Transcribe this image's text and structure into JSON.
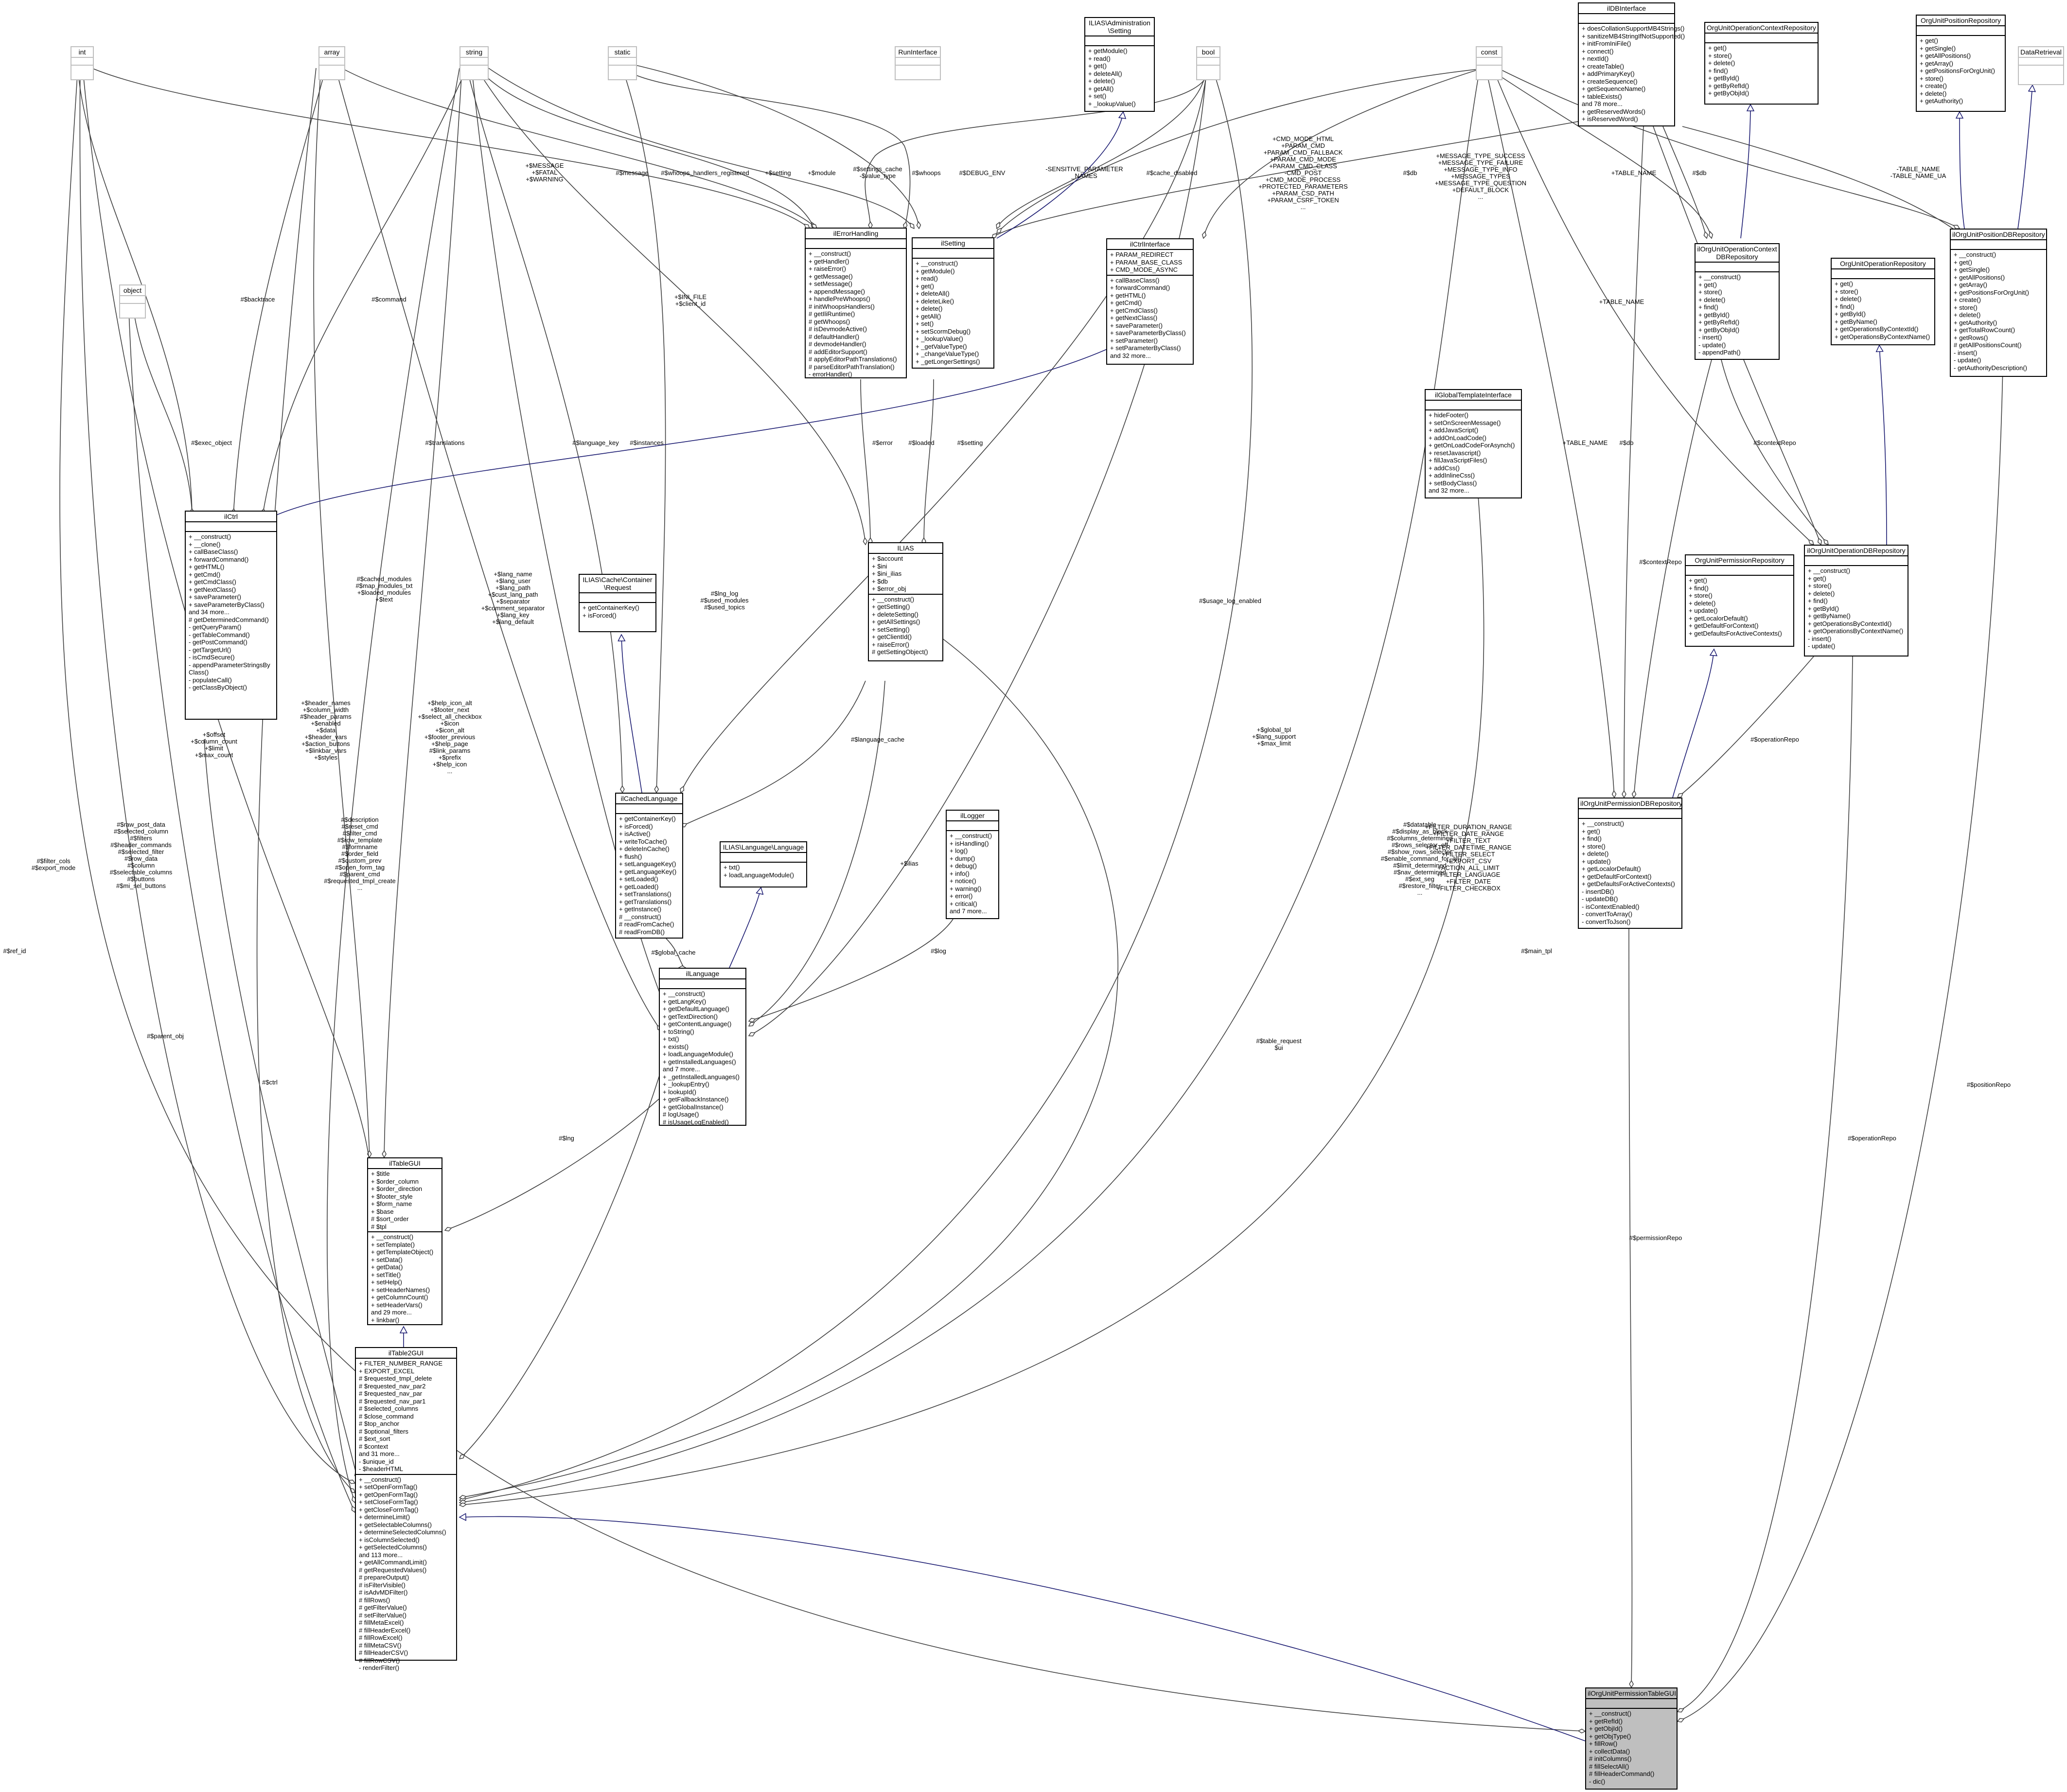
{
  "classes": {
    "int": {
      "title": "int",
      "attrs": [],
      "ops": []
    },
    "array": {
      "title": "array",
      "attrs": [],
      "ops": []
    },
    "string": {
      "title": "string",
      "attrs": [],
      "ops": []
    },
    "static": {
      "title": "static",
      "attrs": [],
      "ops": []
    },
    "runinterface": {
      "title": "RunInterface",
      "attrs": [],
      "ops": []
    },
    "ilias_admin_setting": {
      "title": "ILIAS\\Administration\n\\Setting",
      "attrs": [],
      "ops": [
        "+ getModule()",
        "+ read()",
        "+ get()",
        "+ deleteAll()",
        "+ delete()",
        "+ getAll()",
        "+ set()",
        "+ _lookupValue()"
      ]
    },
    "bool": {
      "title": "bool",
      "attrs": [],
      "ops": []
    },
    "const": {
      "title": "const",
      "attrs": [],
      "ops": []
    },
    "ildbinterface": {
      "title": "ilDBInterface",
      "attrs": [],
      "ops": [
        "+ doesCollationSupportMB4Strings()",
        "+ sanitizeMB4StringIfNotSupported()",
        "+ initFromIniFile()",
        "+ connect()",
        "+ nextId()",
        "+ createTable()",
        "+ addPrimaryKey()",
        "+ createSequence()",
        "+ getSequenceName()",
        "+ tableExists()",
        "and 78 more...",
        "+ getReservedWords()",
        "+ isReservedWord()"
      ]
    },
    "orgunit_op_ctx_repo": {
      "title": "OrgUnitOperationContextRepository",
      "attrs": [],
      "ops": [
        "+ get()",
        "+ store()",
        "+ delete()",
        "+ find()",
        "+ getById()",
        "+ getByRefId()",
        "+ getByObjId()"
      ]
    },
    "orgunit_pos_repo": {
      "title": "OrgUnitPositionRepository",
      "attrs": [],
      "ops": [
        "+ get()",
        "+ getSingle()",
        "+ getAllPositions()",
        "+ getArray()",
        "+ getPositionsForOrgUnit()",
        "+ store()",
        "+ create()",
        "+ delete()",
        "+ getAuthority()"
      ]
    },
    "dataretrieval": {
      "title": "DataRetrieval",
      "attrs": [],
      "ops": []
    },
    "object": {
      "title": "object",
      "attrs": [],
      "ops": []
    },
    "ilerrorhandling": {
      "title": "ilErrorHandling",
      "attrs": [],
      "ops": [
        "+ __construct()",
        "+ getHandler()",
        "+ raiseError()",
        "+ getMessage()",
        "+ setMessage()",
        "+ appendMessage()",
        "+ handlePreWhoops()",
        "# initWhoopsHandlers()",
        "# getIliRuntime()",
        "# getWhoops()",
        "# isDevmodeActive()",
        "# defaultHandler()",
        "# devmodeHandler()",
        "# addEditorSupport()",
        "# applyEditorPathTranslations()",
        "# parseEditorPathTranslation()",
        "- errorHandler()"
      ]
    },
    "ilsetting": {
      "title": "ilSetting",
      "attrs": [],
      "ops": [
        "+ __construct()",
        "+ getModule()",
        "+ read()",
        "+ get()",
        "+ deleteAll()",
        "+ deleteLike()",
        "+ delete()",
        "+ getAll()",
        "+ set()",
        "+ setScormDebug()",
        "+ _lookupValue()",
        "+ _getValueType()",
        "+ _changeValueType()",
        "+ _getLongerSettings()"
      ]
    },
    "ilctrlinterface": {
      "title": "ilCtrlInterface",
      "attrs": [
        "+ PARAM_REDIRECT",
        "+ PARAM_BASE_CLASS",
        "+ CMD_MODE_ASYNC"
      ],
      "ops": [
        "+ callBaseClass()",
        "+ forwardCommand()",
        "+ getHTML()",
        "+ getCmd()",
        "+ getCmdClass()",
        "+ getNextClass()",
        "+ saveParameter()",
        "+ saveParameterByClass()",
        "+ setParameter()",
        "+ setParameterByClass()",
        "and 32 more..."
      ]
    },
    "ilctrl": {
      "title": "ilCtrl",
      "attrs": [],
      "ops": [
        "+ __construct()",
        "+ __clone()",
        "+ callBaseClass()",
        "+ forwardCommand()",
        "+ getHTML()",
        "+ getCmd()",
        "+ getCmdClass()",
        "+ getNextClass()",
        "+ saveParameter()",
        "+ saveParameterByClass()",
        "and 34 more...",
        "# getDeterminedCommand()",
        "- getQueryParam()",
        "- getTableCommand()",
        "- getPostCommand()",
        "- getTargetUrl()",
        "- isCmdSecure()",
        "- appendParameterStringsBy",
        "Class()",
        "- populateCall()",
        "- getClassByObject()"
      ]
    },
    "ilias": {
      "title": "ILIAS",
      "attrs": [
        "+ $account",
        "+ $ini",
        "+ $ini_ilias",
        "+ $db",
        "+ $error_obj"
      ],
      "ops": [
        "+ __construct()",
        "+ getSetting()",
        "+ deleteSetting()",
        "+ getAllSettings()",
        "+ setSetting()",
        "+ getClientId()",
        "+ raiseError()",
        "# getSettingObject()"
      ]
    },
    "ilglobaltemplateinterface": {
      "title": "ilGlobalTemplateInterface",
      "attrs": [],
      "ops": [
        "+ hideFooter()",
        "+ setOnScreenMessage()",
        "+ addJavaScript()",
        "+ addOnLoadCode()",
        "+ getOnLoadCodeForAsynch()",
        "+ resetJavascript()",
        "+ fillJavaScriptFiles()",
        "+ addCss()",
        "+ addInlineCss()",
        "+ setBodyClass()",
        "and 32 more..."
      ]
    },
    "ilorgunitoperationcontextdbrepository": {
      "title": "ilOrgUnitOperationContext\nDBRepository",
      "attrs": [],
      "ops": [
        "+ __construct()",
        "+ get()",
        "+ store()",
        "+ delete()",
        "+ find()",
        "+ getById()",
        "+ getByRefId()",
        "+ getByObjId()",
        "- insert()",
        "- update()",
        "- appendPath()"
      ]
    },
    "ilorgunitpositiondbrepository": {
      "title": "ilOrgUnitPositionDBRepository",
      "attrs": [],
      "ops": [
        "+ __construct()",
        "+ get()",
        "+ getSingle()",
        "+ getAllPositions()",
        "+ getArray()",
        "+ getPositionsForOrgUnit()",
        "+ create()",
        "+ store()",
        "+ delete()",
        "+ getAuthority()",
        "+ getTotalRowCount()",
        "+ getRows()",
        "# getAllPositionsCount()",
        "- insert()",
        "- update()",
        "- getAuthorityDescription()"
      ]
    },
    "orgunit_op_repo": {
      "title": "OrgUnitOperationRepository",
      "attrs": [],
      "ops": [
        "+ get()",
        "+ store()",
        "+ delete()",
        "+ find()",
        "+ getById()",
        "+ getByName()",
        "+ getOperationsByContextId()",
        "+ getOperationsByContextName()"
      ]
    },
    "ilorgunitoperationdbrepository": {
      "title": "ilOrgUnitOperationDBRepository",
      "attrs": [],
      "ops": [
        "+ __construct()",
        "+ get()",
        "+ store()",
        "+ delete()",
        "+ find()",
        "+ getById()",
        "+ getByName()",
        "+ getOperationsByContextId()",
        "+ getOperationsByContextName()",
        "- insert()",
        "- update()"
      ]
    },
    "orgunit_perm_repo": {
      "title": "OrgUnitPermissionRepository",
      "attrs": [],
      "ops": [
        "+ get()",
        "+ find()",
        "+ store()",
        "+ delete()",
        "+ update()",
        "+ getLocalorDefault()",
        "+ getDefaultForContext()",
        "+ getDefaultsForActiveContexts()"
      ]
    },
    "ilias_cache_request": {
      "title": "ILIAS\\Cache\\Container\n\\Request",
      "attrs": [],
      "ops": [
        "+ getContainerKey()",
        "+ isForced()"
      ]
    },
    "ilcachedlanguage": {
      "title": "ilCachedLanguage",
      "attrs": [],
      "ops": [
        "+ getContainerKey()",
        "+ isForced()",
        "+ isActive()",
        "+ writeToCache()",
        "+ deleteInCache()",
        "+ flush()",
        "+ setLanguageKey()",
        "+ getLanguageKey()",
        "+ setLoaded()",
        "+ getLoaded()",
        "+ setTranslations()",
        "+ getTranslations()",
        "+ getInstance()",
        "# __construct()",
        "# readFromCache()",
        "# readFromDB()"
      ]
    },
    "ilias_language_language": {
      "title": "ILIAS\\Language\\Language",
      "attrs": [],
      "ops": [
        "+ txt()",
        "+ loadLanguageModule()"
      ]
    },
    "illogger": {
      "title": "ilLogger",
      "attrs": [],
      "ops": [
        "+ __construct()",
        "+ isHandling()",
        "+ log()",
        "+ dump()",
        "+ debug()",
        "+ info()",
        "+ notice()",
        "+ warning()",
        "+ error()",
        "+ critical()",
        "and 7 more..."
      ]
    },
    "ilorgunitpermissiondbrepository": {
      "title": "ilOrgUnitPermissionDBRepository",
      "attrs": [],
      "ops": [
        "+ __construct()",
        "+ get()",
        "+ find()",
        "+ store()",
        "+ delete()",
        "+ update()",
        "+ getLocalorDefault()",
        "+ getDefaultForContext()",
        "+ getDefaultsForActiveContexts()",
        "- insertDB()",
        "- updateDB()",
        "- isContextEnabled()",
        "- convertToArray()",
        "- convertToJson()"
      ]
    },
    "illanguage": {
      "title": "ilLanguage",
      "attrs": [],
      "ops": [
        "+ __construct()",
        "+ getLangKey()",
        "+ getDefaultLanguage()",
        "+ getTextDirection()",
        "+ getContentLanguage()",
        "+ toString()",
        "+ txt()",
        "+ exists()",
        "+ loadLanguageModule()",
        "+ getInstalledLanguages()",
        "and 7 more...",
        "+ _getInstalledLanguages()",
        "+ _lookupEntry()",
        "+ lookupId()",
        "+ getFallbackInstance()",
        "+ getGlobalInstance()",
        "# logUsage()",
        "# isUsageLogEnabled()"
      ]
    },
    "iltablegui": {
      "title": "ilTableGUI",
      "attrs": [
        "+ $title",
        "+ $order_column",
        "+ $order_direction",
        "+ $footer_style",
        "+ $form_name",
        "+ $base",
        "# $sort_order",
        "# $tpl"
      ],
      "ops": [
        "+ __construct()",
        "+ setTemplate()",
        "+ getTemplateObject()",
        "+ setData()",
        "+ getData()",
        "+ setTitle()",
        "+ setHelp()",
        "+ setHeaderNames()",
        "+ getColumnCount()",
        "+ setHeaderVars()",
        "and 29 more...",
        "+ linkbar()"
      ]
    },
    "iltable2gui": {
      "title": "ilTable2GUI",
      "attrs": [
        "+ FILTER_NUMBER_RANGE",
        "+ EXPORT_EXCEL",
        "# $requested_tmpl_delete",
        "# $requested_nav_par2",
        "# $requested_nav_par",
        "# $requested_nav_par1",
        "# $selected_columns",
        "# $close_command",
        "# $top_anchor",
        "# $optional_filters",
        "# $ext_sort",
        "# $context",
        "and 31 more...",
        "- $unique_id",
        "- $headerHTML"
      ],
      "ops": [
        "+ __construct()",
        "+ setOpenFormTag()",
        "+ getOpenFormTag()",
        "+ setCloseFormTag()",
        "+ getCloseFormTag()",
        "+ determineLimit()",
        "+ getSelectableColumns()",
        "+ determineSelectedColumns()",
        "+ isColumnSelected()",
        "+ getSelectedColumns()",
        "and 113 more...",
        "+ getAllCommandLimit()",
        "# getRequestedValues()",
        "# prepareOutput()",
        "# isFilterVisible()",
        "# isAdvMDFilter()",
        "# fillRows()",
        "# getFilterValue()",
        "# setFilterValue()",
        "# fillMetaExcel()",
        "# fillHeaderExcel()",
        "# fillRowExcel()",
        "# fillMetaCSV()",
        "# fillHeaderCSV()",
        "# fillRowCSV()",
        "- renderFilter()"
      ]
    },
    "ilorgunitpermissiontablegui": {
      "title": "ilOrgUnitPermissionTableGUI",
      "attrs": [],
      "ops": [
        "+ __construct()",
        "+ getRefId()",
        "+ getObjId()",
        "+ getObjType()",
        "+ fillRow()",
        "+ collectData()",
        "# initColumns()",
        "# fillSelectAll()",
        "# fillHeaderCommand()",
        "- dic()"
      ]
    }
  },
  "edge_labels": {
    "msg_fatal": [
      "+$MESSAGE",
      "+$FATAL",
      "+$WARNING"
    ],
    "message": [
      "#$message"
    ],
    "whoops_reg": [
      "#$whoops_handlers_registered"
    ],
    "setting_mod": [
      "+$setting"
    ],
    "module": [
      "+$module"
    ],
    "settings_cache": [
      "#$settings_cache",
      "-$value_type"
    ],
    "whoops": [
      "#$whoops"
    ],
    "debug_env": [
      "#$DEBUG_ENV"
    ],
    "sensitive": [
      "-SENSITIVE_PARAMETER",
      "_NAMES"
    ],
    "cache_disabled": [
      "#$cache_disabled"
    ],
    "ctrl_consts": [
      "+CMD_MODE_HTML",
      "+PARAM_CMD",
      "+PARAM_CMD_FALLBACK",
      "+PARAM_CMD_MODE",
      "+PARAM_CMD_CLASS",
      "-CMD_POST",
      "+CMD_MODE_PROCESS",
      "+PROTECTED_PARAMETERS",
      "+PARAM_CSD_PATH",
      "+PARAM_CSRF_TOKEN",
      "..."
    ],
    "msg_types": [
      "+MESSAGE_TYPE_SUCCESS",
      "+MESSAGE_TYPE_FAILURE",
      "+MESSAGE_TYPE_INFO",
      "+MESSAGE_TYPES",
      "+MESSAGE_TYPE_QUESTION",
      "+DEFAULT_BLOCK",
      "..."
    ],
    "db_top": [
      "#$db"
    ],
    "table_name1": [
      "+TABLE_NAME"
    ],
    "db_ctx": [
      "#$db"
    ],
    "table_name_ua": [
      "-TABLE_NAME",
      "-TABLE_NAME_UA"
    ],
    "db_pos": [
      "#$db"
    ],
    "backtrace": [
      "#$backtrace"
    ],
    "command": [
      "#$command"
    ],
    "ini_file": [
      "+$INI_FILE",
      "+$client_id"
    ],
    "table_name2": [
      "+TABLE_NAME"
    ],
    "exec_object": [
      "#$exec_object"
    ],
    "translations": [
      "#$translations"
    ],
    "language_key": [
      "#$language_key"
    ],
    "instances": [
      "#$instances"
    ],
    "error": [
      "#$error"
    ],
    "loaded": [
      "#$loaded"
    ],
    "setting": [
      "#$setting"
    ],
    "table_name3": [
      "+TABLE_NAME"
    ],
    "db_perm": [
      "#$db"
    ],
    "context_repo1": [
      "#$contextRepo"
    ],
    "context_repo2": [
      "#$contextRepo"
    ],
    "cached_modules": [
      "#$cached_modules",
      "#$map_modules_txt",
      "+$loaded_modules",
      "+$text"
    ],
    "lang_name": [
      "+$lang_name",
      "+$lang_user",
      "+$lang_path",
      "+$cust_lang_path",
      "+$separator",
      "+$comment_separator",
      "+$lang_key",
      "+$lang_default"
    ],
    "lng_log": [
      "#$lng_log",
      "#$used_modules",
      "#$used_topics"
    ],
    "usage_log": [
      "#$usage_log_enabled"
    ],
    "global_tpl": [
      "+$global_tpl",
      "+$lang_support",
      "+$max_limit"
    ],
    "offset": [
      "+$offset",
      "+$column_count",
      "+$limit",
      "+$max_count"
    ],
    "header_names": [
      "+$header_names",
      "+$column_width",
      "#$header_params",
      "+$enabled",
      "+$data",
      "+$header_vars",
      "+$action_buttons",
      "+$linkbar_vars",
      "+$styles"
    ],
    "help_icon": [
      "+$help_icon_alt",
      "+$footer_next",
      "+$select_all_checkbox",
      "+$icon",
      "+$icon_alt",
      "+$footer_previous",
      "+$help_page",
      "#$link_params",
      "+$prefix",
      "+$help_icon",
      "..."
    ],
    "language_cache": [
      "#$language_cache"
    ],
    "ilias_var": [
      "+$ilias"
    ],
    "datatable": [
      "#$datatable",
      "#$display_as_block",
      "#$columns_determined",
      "#$rows_selector_off",
      "#$show_rows_selector",
      "#$enable_command_for_all",
      "#$limit_determined",
      "#$nav_determined",
      "#$ext_seg",
      "#$restore_filter",
      "..."
    ],
    "filter_consts": [
      "+FILTER_DURATION_RANGE",
      "+FILTER_DATE_RANGE",
      "+FILTER_TEXT",
      "+FILTER_DATETIME_RANGE",
      "+FILTER_SELECT",
      "+EXPORT_CSV",
      "+ACTION_ALL_LIMIT",
      "+FILTER_LANGUAGE",
      "+FILTER_DATE",
      "+FILTER_CHECKBOX"
    ],
    "main_tpl": [
      "#$main_tpl"
    ],
    "operation_repo1": [
      "#$operationRepo"
    ],
    "raw_post": [
      "#$raw_post_data",
      "#$selected_column",
      "#$filters",
      "#$header_commands",
      "#$selected_filter",
      "#$row_data",
      "#$column",
      "#$selectable_columns",
      "#$buttons",
      "#$mi_sel_buttons"
    ],
    "description": [
      "#$description",
      "#$reset_cmd",
      "#$filter_cmd",
      "#$row_template",
      "#$formname",
      "#$order_field",
      "#$custom_prev",
      "#$open_form_tag",
      "#$parent_cmd",
      "#$requested_tmpl_create",
      "..."
    ],
    "global_cache": [
      "#$global_cache"
    ],
    "log": [
      "#$log"
    ],
    "table_request": [
      "#$table_request",
      "$ui"
    ],
    "filter_cols": [
      "#$filter_cols",
      "#$export_mode"
    ],
    "parent_obj": [
      "#$parent_obj"
    ],
    "ctrl": [
      "#$ctrl"
    ],
    "lng": [
      "#$lng"
    ],
    "ref_id": [
      "#$ref_id"
    ],
    "permission_repo": [
      "#$permissionRepo"
    ],
    "position_repo": [
      "#$positionRepo"
    ],
    "operation_repo2": [
      "#$operationRepo"
    ]
  }
}
